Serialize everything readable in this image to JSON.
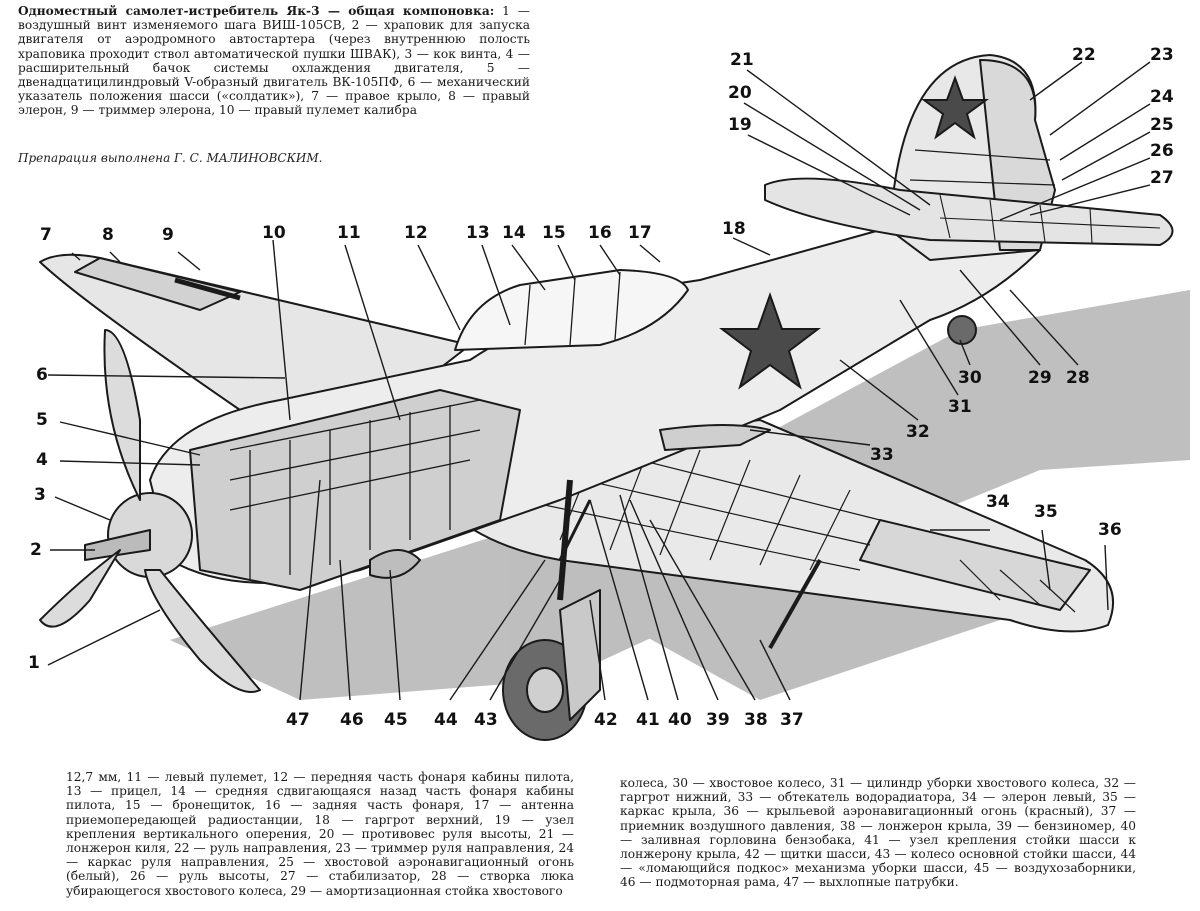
{
  "intro": {
    "title": "Одноместный самолет-истребитель Як-3 — общая компоновка:",
    "body": "1 — воздушный винт изменяемого шага ВИШ-105СВ, 2 — храповик для запуска двигателя от аэродромного автостартера (через внутреннюю полость храповика проходит ствол автоматической пушки ШВАК), 3 — кок винта, 4 — расширительный бачок системы охлаждения двигателя, 5 — двенадцатицилиндровый V-образный двигатель ВК-105ПФ, 6 — механический указатель положения шасси («солдатик»), 7 — правое крыло, 8 — правый элерон, 9 — триммер элерона, 10 — правый пулемет калибра"
  },
  "credit": "Препарация выполнена Г. С. МАЛИНОВСКИМ.",
  "legend": {
    "left": "12,7 мм, 11 — левый пулемет, 12 — передняя часть фонаря кабины пилота, 13 — прицел, 14 — средняя сдвигающаяся назад часть фонаря кабины пилота, 15 — бронещиток, 16 — задняя часть фонаря, 17 — антенна приемопередающей радиостанции, 18 — гаргрот верхний, 19 — узел крепления вертикального оперения, 20 — противовес руля высоты, 21 — лонжерон киля, 22 — руль направления, 23 — триммер руля направления, 24 — каркас руля направления, 25 — хвостовой аэронавигационный огонь (белый), 26 — руль высоты, 27 — стабилизатор, 28 — створка люка убирающегося хвостового колеса, 29 — амортизационная стойка хвостового",
    "right": "колеса, 30 — хвостовое колесо, 31 — цилиндр уборки хвостового колеса, 32 — гаргрот нижний, 33 — обтекатель водорадиатора, 34 — элерон левый, 35 — каркас крыла, 36 — крыльевой аэронавигационный огонь (красный), 37 — приемник воздушного давления, 38 — лонжерон крыла, 39 — бензиномер, 40 — заливная горловина бензобака, 41 — узел крепления стойки шасси к лонжерону крыла, 42 — щитки шасси, 43 — колесо основной стойки шасси, 44 — «ломающийся подкос» механизма уборки шасси, 45 — воздухозаборники, 46 — подмоторная рама, 47 — выхлопные патрубки."
  },
  "callouts": [
    "1",
    "2",
    "3",
    "4",
    "5",
    "6",
    "7",
    "8",
    "9",
    "10",
    "11",
    "12",
    "13",
    "14",
    "15",
    "16",
    "17",
    "18",
    "19",
    "20",
    "21",
    "22",
    "23",
    "24",
    "25",
    "26",
    "27",
    "28",
    "29",
    "30",
    "31",
    "32",
    "33",
    "34",
    "35",
    "36",
    "37",
    "38",
    "39",
    "40",
    "41",
    "42",
    "43",
    "44",
    "45",
    "46",
    "47"
  ],
  "colors": {
    "ink": "#1a1a1a",
    "paper": "#ffffff",
    "shadow": "#8a8a8a",
    "shade": "#bdbdbd"
  }
}
